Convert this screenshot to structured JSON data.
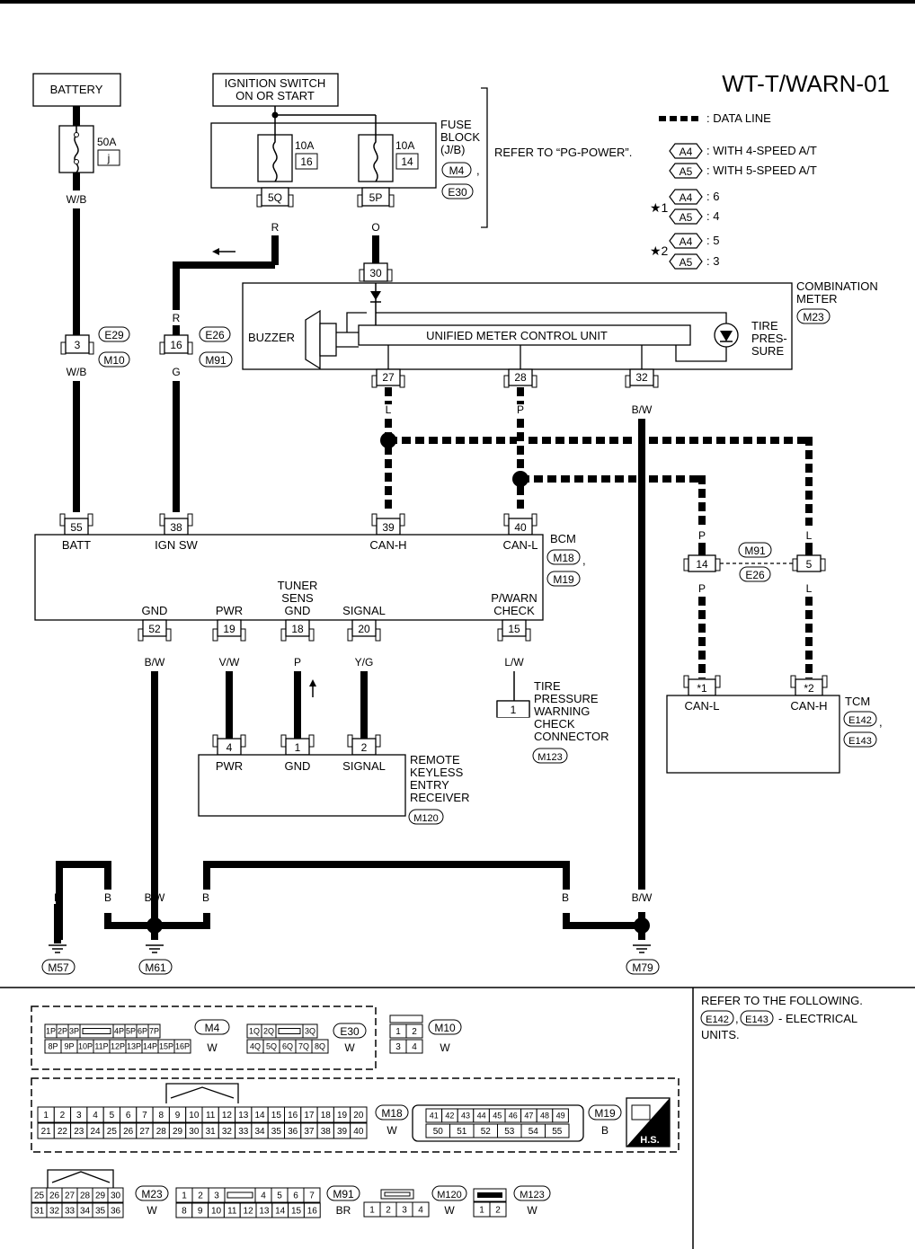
{
  "title": "WT-T/WARN-01",
  "legend": {
    "data_line": ": DATA LINE",
    "a4": "A4",
    "a5": "A5",
    "a4_text": ": WITH 4-SPEED A/T",
    "a5_text": ": WITH 5-SPEED A/T",
    "star1": "★1",
    "star2": "★2",
    "s1_a4": ": 6",
    "s1_a5": ": 4",
    "s2_a4": ": 5",
    "s2_a5": ": 3"
  },
  "battery": "BATTERY",
  "ignition": [
    "IGNITION SWITCH",
    "ON OR START"
  ],
  "fuses": {
    "main": "50A",
    "main_id": "j",
    "f1": "10A",
    "f1_id": "16",
    "f2": "10A",
    "f2_id": "14"
  },
  "fuse_block": {
    "label": [
      "FUSE",
      "BLOCK",
      "(J/B)"
    ],
    "c1": "M4",
    "c2": "E30",
    "refer": "REFER TO “PG-POWER”."
  },
  "pins": {
    "p5q": "5Q",
    "p5p": "5P",
    "p30": "30",
    "p3": "3",
    "p16": "16",
    "p27": "27",
    "p28": "28",
    "p32": "32",
    "p55": "55",
    "p38": "38",
    "p39": "39",
    "p40": "40",
    "p52": "52",
    "p19": "19",
    "p18": "18",
    "p20": "20",
    "p15": "15",
    "p4": "4",
    "p1": "1",
    "p2": "2",
    "p14": "14",
    "p5": "5",
    "t1": "*1",
    "t2": "*2",
    "tc1": "1"
  },
  "wires": {
    "wb": "W/B",
    "r": "R",
    "o": "O",
    "g": "G",
    "l": "L",
    "p": "P",
    "bw": "B/W",
    "vw": "V/W",
    "yg": "Y/G",
    "lw": "L/W",
    "b": "B"
  },
  "connectors": {
    "e29": "E29",
    "m10": "M10",
    "e26": "E26",
    "m91": "M91",
    "m23": "M23",
    "m18": "M18",
    "m19": "M19",
    "m120": "M120",
    "m123": "M123",
    "e142": "E142",
    "e143": "E143",
    "m57": "M57",
    "m61": "M61",
    "m79": "M79",
    "m4": "M4",
    "e30": "E30"
  },
  "meter": {
    "label": [
      "COMBINATION",
      "METER"
    ],
    "buzzer": "BUZZER",
    "unit": "UNIFIED METER CONTROL UNIT",
    "tire": [
      "TIRE",
      "PRES-",
      "SURE"
    ]
  },
  "bcm": {
    "label": "BCM",
    "batt": "BATT",
    "ign": "IGN SW",
    "canh": "CAN-H",
    "canl": "CAN-L",
    "gnd": "GND",
    "pwr": "PWR",
    "tuner": [
      "TUNER",
      "SENS",
      "GND"
    ],
    "signal": "SIGNAL",
    "pwarn": [
      "P/WARN",
      "CHECK"
    ]
  },
  "remote": {
    "pwr": "PWR",
    "gnd": "GND",
    "signal": "SIGNAL",
    "label": [
      "REMOTE",
      "KEYLESS",
      "ENTRY",
      "RECEIVER"
    ]
  },
  "tire_conn": [
    "TIRE",
    "PRESSURE",
    "WARNING",
    "CHECK",
    "CONNECTOR"
  ],
  "tcm": {
    "label": "TCM",
    "canl": "CAN-L",
    "canh": "CAN-H"
  },
  "refer_box": [
    "REFER TO THE FOLLOWING.",
    "- ELECTRICAL",
    "UNITS."
  ],
  "bottom": {
    "m4_top": [
      "1P",
      "2P",
      "3P",
      "",
      "4P",
      "5P",
      "6P",
      "7P"
    ],
    "m4_bot": [
      "8P",
      "9P",
      "10P",
      "11P",
      "12P",
      "13P",
      "14P",
      "15P",
      "16P"
    ],
    "e30_top": [
      "1Q",
      "2Q",
      "",
      "3Q"
    ],
    "e30_bot": [
      "4Q",
      "5Q",
      "6Q",
      "7Q",
      "8Q"
    ],
    "m10_top": [
      "1",
      "2"
    ],
    "m10_bot": [
      "3",
      "4"
    ],
    "m18_top": [
      "1",
      "2",
      "3",
      "4",
      "5",
      "6",
      "7",
      "8",
      "9",
      "10",
      "11",
      "12",
      "13",
      "14",
      "15",
      "16",
      "17",
      "18",
      "19",
      "20"
    ],
    "m18_bot": [
      "21",
      "22",
      "23",
      "24",
      "25",
      "26",
      "27",
      "28",
      "29",
      "30",
      "31",
      "32",
      "33",
      "34",
      "35",
      "36",
      "37",
      "38",
      "39",
      "40"
    ],
    "m19_top": [
      "41",
      "42",
      "43",
      "44",
      "45",
      "46",
      "47",
      "48",
      "49"
    ],
    "m19_bot": [
      "50",
      "51",
      "52",
      "53",
      "54",
      "55"
    ],
    "m23_top": [
      "25",
      "26",
      "27",
      "28",
      "29",
      "30"
    ],
    "m23_bot": [
      "31",
      "32",
      "33",
      "34",
      "35",
      "36"
    ],
    "m91_top": [
      "1",
      "2",
      "3",
      "",
      "4",
      "5",
      "6",
      "7"
    ],
    "m91_bot": [
      "8",
      "9",
      "10",
      "11",
      "12",
      "13",
      "14",
      "15",
      "16"
    ],
    "m120": [
      "1",
      "2",
      "3",
      "4"
    ],
    "m123": [
      "1",
      "2"
    ],
    "w": "W",
    "b": "B",
    "br": "BR",
    "hs": "H.S."
  }
}
